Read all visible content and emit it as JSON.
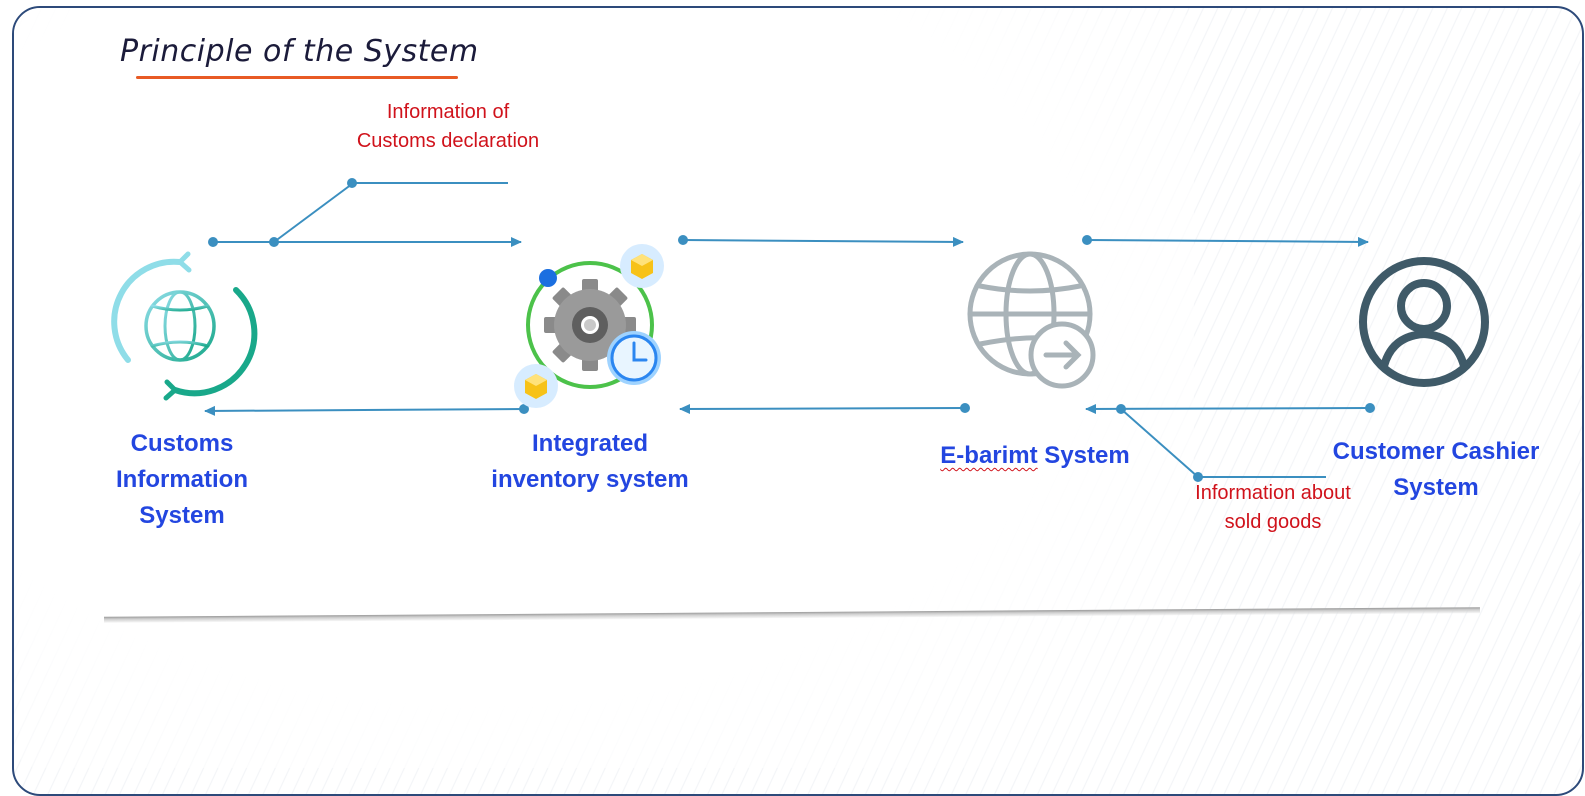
{
  "title": "Principle of the System",
  "nodes": {
    "customs": {
      "lines": [
        "Customs",
        "Information",
        "System"
      ],
      "icon": "globe-refresh-icon"
    },
    "inventory": {
      "lines": [
        "Integrated",
        "inventory system"
      ],
      "icon": "gear-clock-icon"
    },
    "ebarimt": {
      "part1": "E-barimt",
      "part2": " System",
      "icon": "globe-arrow-icon"
    },
    "cashier": {
      "lines": [
        "Customer Cashier",
        "System"
      ],
      "icon": "user-circle-icon"
    }
  },
  "notes": {
    "customs_declaration": [
      "Information of",
      "Customs declaration"
    ],
    "sold_goods": [
      "Information about",
      "sold goods"
    ]
  },
  "colors": {
    "arrow": "#3b8fc0",
    "label": "#2346e0",
    "note": "#d0121b",
    "title_underline": "#e85a24",
    "border": "#2d4a7a"
  }
}
